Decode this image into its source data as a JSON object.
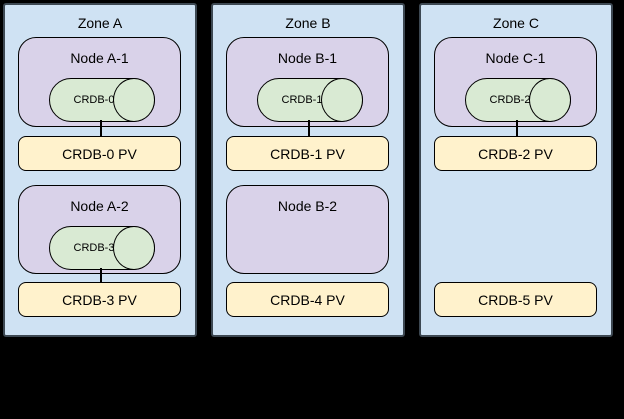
{
  "diagram": {
    "colors": {
      "background": "#000000",
      "zone_fill": "#cfe2f3",
      "zone_border": "#3d4852",
      "node_fill": "#d9d2e9",
      "cylinder_fill": "#d9ead3",
      "pv_fill": "#fff2cc",
      "shape_border": "#000000",
      "text": "#000000"
    },
    "zones": [
      {
        "title": "Zone A",
        "nodes": [
          {
            "title": "Node A-1",
            "cylinder": "CRDB-0",
            "pv": "CRDB-0 PV"
          },
          {
            "title": "Node A-2",
            "cylinder": "CRDB-3",
            "pv": "CRDB-3 PV"
          }
        ]
      },
      {
        "title": "Zone B",
        "nodes": [
          {
            "title": "Node B-1",
            "cylinder": "CRDB-1",
            "pv": "CRDB-1 PV"
          },
          {
            "title": "Node B-2",
            "pv": "CRDB-4 PV"
          }
        ]
      },
      {
        "title": "Zone C",
        "nodes": [
          {
            "title": "Node C-1",
            "cylinder": "CRDB-2",
            "pv": "CRDB-2 PV"
          },
          {
            "pv": "CRDB-5 PV"
          }
        ]
      }
    ]
  }
}
